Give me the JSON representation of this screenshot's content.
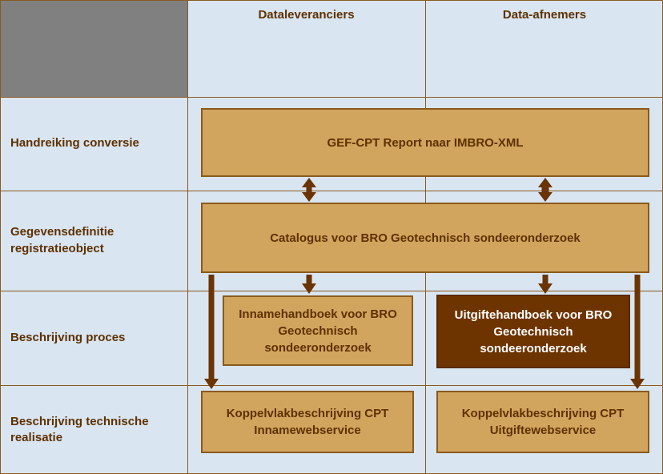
{
  "header": {
    "columns": [
      "Dataleveranciers",
      "Data-afnemers"
    ]
  },
  "row_labels": [
    "Handreiking conversie",
    "Gegevensdefinitie registratieobject",
    "Beschrijving proces",
    "Beschrijving technische realisatie"
  ],
  "boxes": {
    "handreiking": "GEF-CPT Report naar IMBRO-XML",
    "catalogus": "Catalogus voor BRO Geotechnisch sondeeronderzoek",
    "inname_handboek": "Innamehandboek voor BRO Geotechnisch sondeeronderzoek",
    "uitgifte_handboek": "Uitgiftehandboek voor BRO Geotechnisch sondeeronderzoek",
    "koppelvlak_inname": "Koppelvlakbeschrijving CPT Innamewebservice",
    "koppelvlak_uitgifte": "Koppelvlakbeschrijving CPT Uitgiftewebservice"
  },
  "colors": {
    "background": "#D9E5F1",
    "grid_line": "#8A5A1E",
    "corner_fill": "#808080",
    "box_fill": "#D1A55E",
    "box_border": "#8A5A1E",
    "dark_box_fill": "#6E3400",
    "dark_box_border": "#5A2A00",
    "dark_box_text": "#FFFFFF",
    "text_brown": "#5E3100",
    "arrow": "#6B3405"
  }
}
